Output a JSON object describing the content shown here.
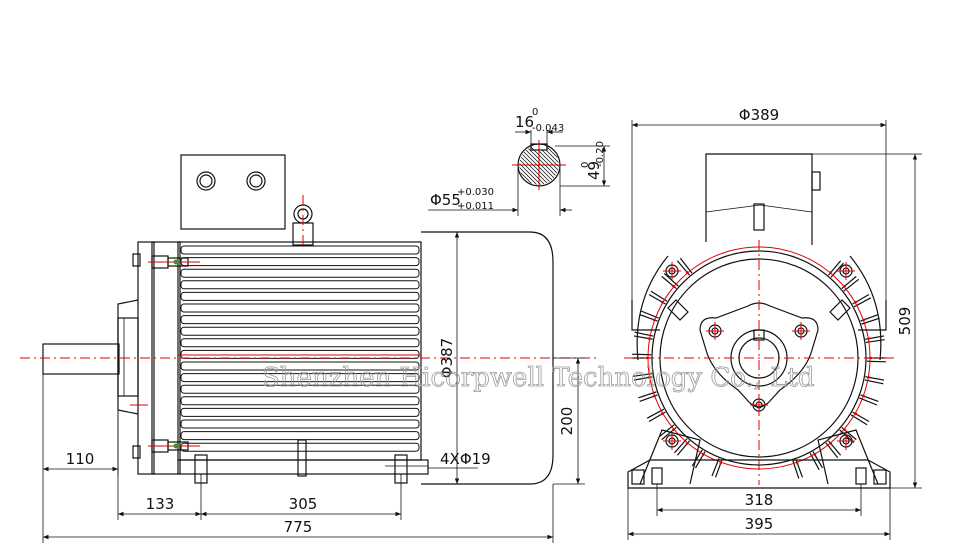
{
  "dimensions": {
    "shaft_length": "110",
    "end_to_foot_hole": "133",
    "foot_hole_spacing_side": "305",
    "overall_length": "775",
    "body_diameter": "Φ387",
    "foot_holes": "4XΦ19",
    "shaft_height": "200",
    "shaft_diameter": "Φ55",
    "shaft_diameter_tol_upper": "+0.030",
    "shaft_diameter_tol_lower": "+0.011",
    "key_width": "16",
    "key_width_tol_upper": "0",
    "key_width_tol_lower": "-0.043",
    "key_depth": "49",
    "key_depth_tol_upper": "0",
    "key_depth_tol_lower": "-0.20",
    "flange_diameter": "Φ389",
    "overall_height": "509",
    "foot_hole_spacing_front": "318",
    "base_width": "395"
  },
  "watermark": "Shenzhen Hicorpwell Technology Co., Ltd",
  "colors": {
    "line": "#111111",
    "centerline": "#e00000",
    "watermark": "#9a9a9a"
  }
}
